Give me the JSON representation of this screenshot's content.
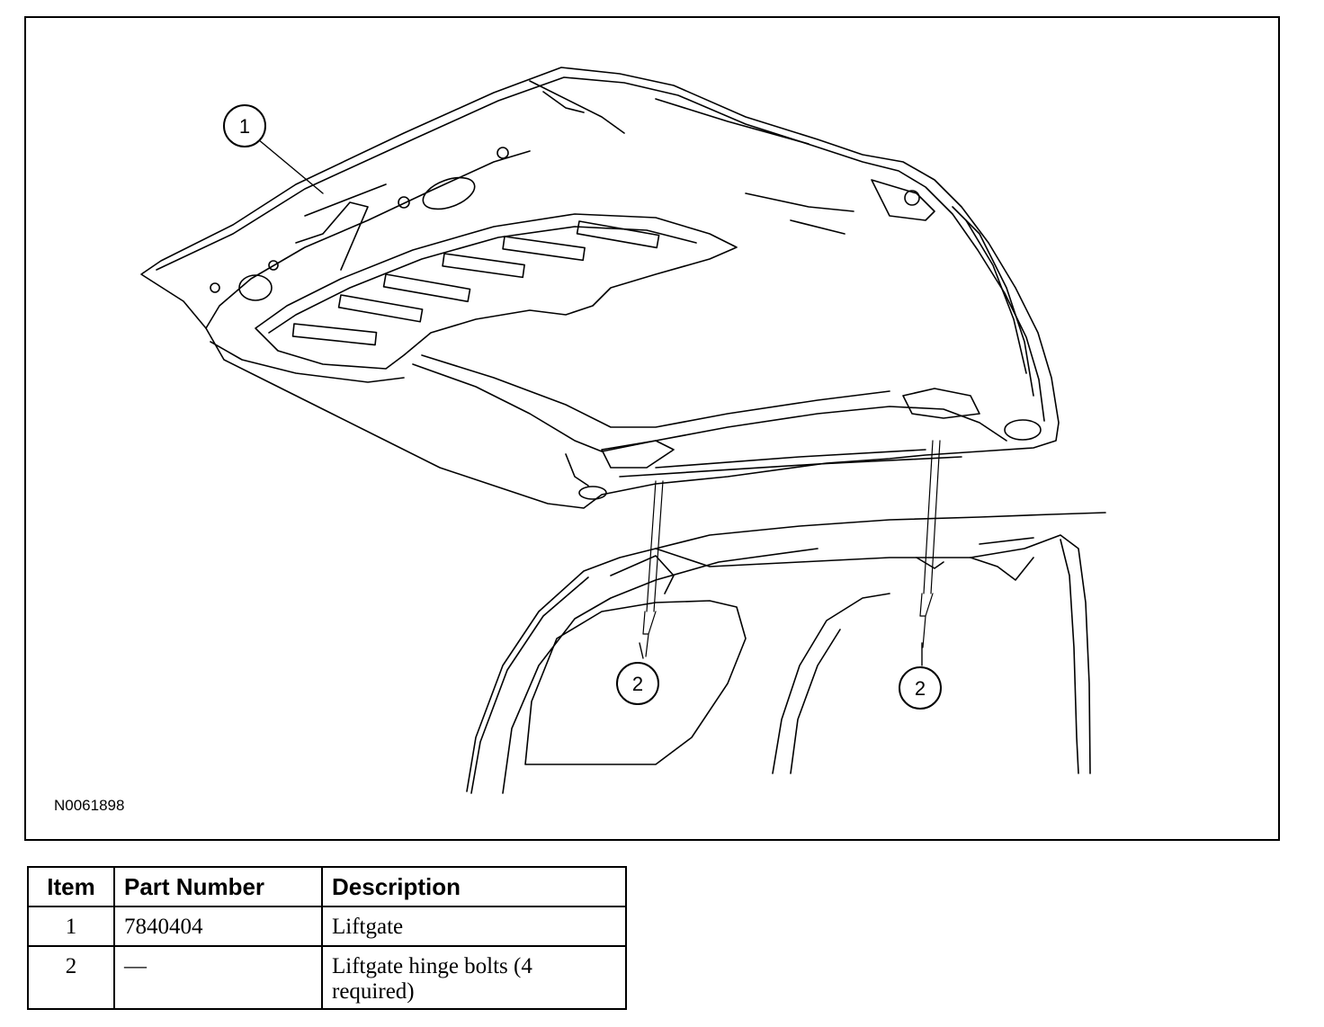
{
  "figure": {
    "id": "N0061898",
    "callouts": [
      {
        "label": "1",
        "target": "Liftgate"
      },
      {
        "label": "2",
        "target": "Liftgate hinge bolts"
      },
      {
        "label": "2",
        "target": "Liftgate hinge bolts"
      }
    ]
  },
  "table": {
    "headers": [
      "Item",
      "Part Number",
      "Description"
    ],
    "rows": [
      {
        "item": "1",
        "part_number": "7840404",
        "description": "Liftgate"
      },
      {
        "item": "2",
        "part_number": "—",
        "description": "Liftgate hinge bolts (4 required)"
      }
    ]
  }
}
